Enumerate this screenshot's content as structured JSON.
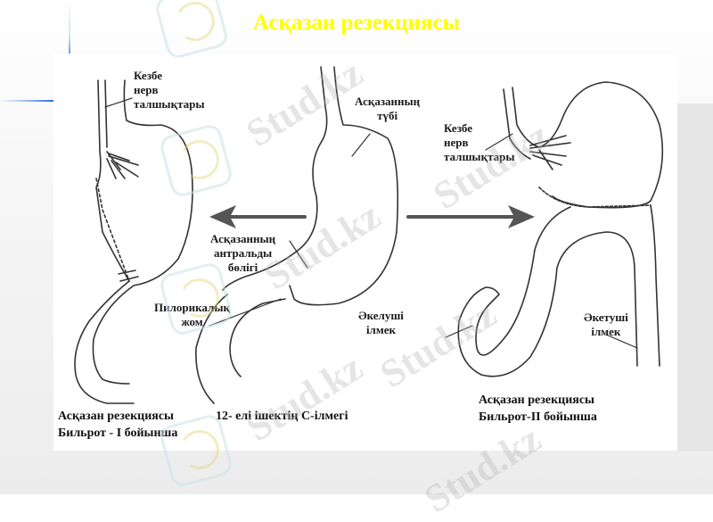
{
  "title": "Асқазан резекциясы",
  "colors": {
    "title": "#ffff00",
    "line": "#333333",
    "arrow": "#555555"
  },
  "watermark": "Stud.kz",
  "labels": {
    "left_vagus": "Кезбе\nнерв\nталшықтары",
    "fundus": "Асқазанның\nтүбі",
    "right_vagus": "Кезбе\nнерв\nталшықтары",
    "antrum": "Асқазанның\nантральды\nбөлігі",
    "pylorus": "Пилорикалық\nжом",
    "afferent_loop": "Әкелуші\nілмек",
    "efferent_loop": "Әкетуші\nілмек"
  },
  "captions": {
    "billroth1": "Асқазан резекциясы\nБильрот - І бойынша",
    "duodenum": "12- елі ішектің С-ілмегі",
    "billroth2": "Асқазан резекциясы\nБильрот-ІІ бойынша"
  },
  "icons": {
    "arrow_left": "arrow-left-icon",
    "arrow_right": "arrow-right-icon"
  }
}
